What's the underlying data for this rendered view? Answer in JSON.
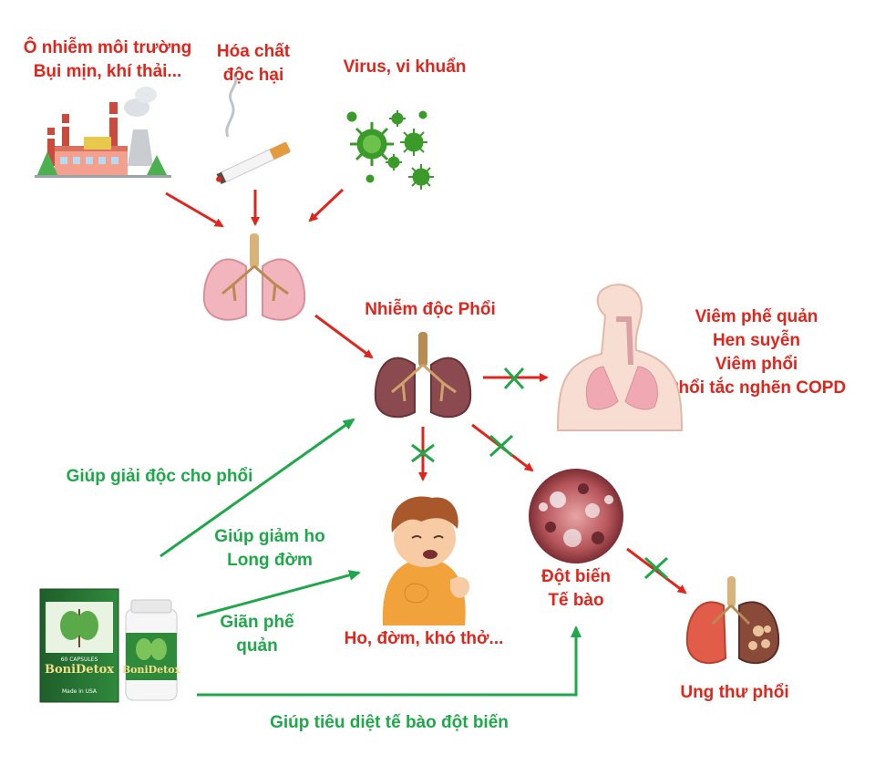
{
  "causes": {
    "pollution": [
      "Ô nhiễm môi trường",
      "Bụi mịn, khí thải..."
    ],
    "chemicals": [
      "Hóa chất",
      "độc hại"
    ],
    "virus": "Virus, vi khuẩn"
  },
  "lung_poisoning": "Nhiễm độc Phổi",
  "diseases": [
    "Viêm phế quản",
    "Hen suyễn",
    "Viêm phổi",
    "Phổi tắc nghẽn COPD"
  ],
  "symptoms": "Ho, đờm, khó thở...",
  "mutation": [
    "Đột biến",
    "Tế bào"
  ],
  "cancer": "Ung thư phổi",
  "benefits": {
    "detox": "Giúp giải độc cho phổi",
    "cough": [
      "Giúp giảm ho",
      "Long đờm"
    ],
    "bronchi": [
      "Giãn phế",
      "quản"
    ],
    "kill_cells": "Giúp tiêu diệt tế bào đột biến"
  },
  "product": {
    "brand": "BoniDetox",
    "capsules_label": "60 CAPSULES",
    "box_badge": "Made in USA"
  },
  "colors": {
    "red": "#e0261c",
    "green": "#1fa84a",
    "lung_pink": "#f2b5bd",
    "lung_toxic": "#8a4a4f",
    "virus": "#3a9a2a"
  }
}
